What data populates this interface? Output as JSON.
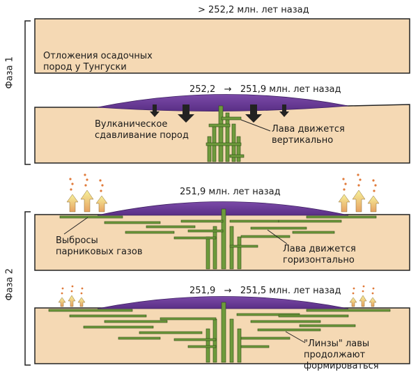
{
  "phases": {
    "phase1": "Фаза 1",
    "phase2": "Фаза 2"
  },
  "stages": {
    "s1": {
      "time": ">  252,2 млн. лет назад",
      "note": "Отложения осадочных\nпород у Тунгуски"
    },
    "s2": {
      "time": "252,2   →   251,9 млн. лет назад",
      "note_left": "Вулканическое\nсдавливание пород",
      "note_right": "Лава движется\nвертикально"
    },
    "s3": {
      "time": "251,9 млн. лет назад",
      "note_left": "Выбросы\nпарниковых газов",
      "note_right": "Лава движется\nгоризонтально"
    },
    "s4": {
      "time": "251,9   →   251,5 млн. лет назад",
      "note_right": "\"Линзы\" лавы\nпродолжают\nформироваться"
    }
  },
  "colors": {
    "rock": "#f5d9b4",
    "lava_dome": "#6a3e96",
    "magma": "#6e9b3c",
    "gas_arrow": "#f0ea8a",
    "outline": "#222222"
  }
}
